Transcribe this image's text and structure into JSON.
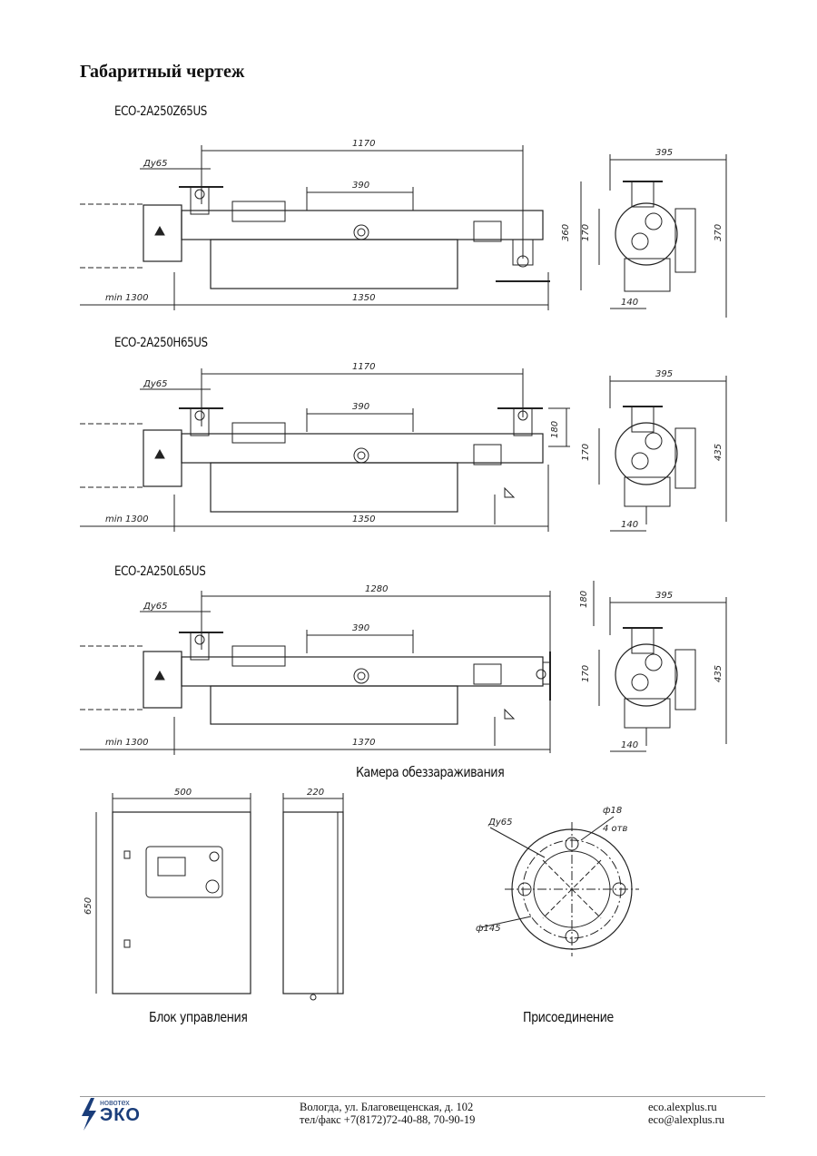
{
  "heading": "Габаритный чертеж",
  "models": [
    {
      "name": "ECO-2A250Z65US",
      "length_top": "1170",
      "pipe": "Ду65",
      "spacing": "390",
      "min": "min 1300",
      "total": "1350",
      "side_width": "395",
      "side_dim_a": "360",
      "side_dim_b": "170",
      "side_dim_c": "370",
      "side_base": "140"
    },
    {
      "name": "ECO-2A250H65US",
      "length_top": "1170",
      "pipe": "Ду65",
      "spacing": "390",
      "min": "min 1300",
      "total": "1350",
      "side_width": "395",
      "side_dim_a": "180",
      "side_dim_b": "170",
      "side_dim_c": "435",
      "side_base": "140"
    },
    {
      "name": "ECO-2A250L65US",
      "length_top": "1280",
      "pipe": "Ду65",
      "spacing": "390",
      "min": "min 1300",
      "total": "1370",
      "side_width": "395",
      "side_dim_a": "180",
      "side_dim_b": "170",
      "side_dim_c": "435",
      "side_base": "140"
    }
  ],
  "chamber_caption": "Камера обеззараживания",
  "control": {
    "width": "500",
    "depth": "220",
    "height": "650",
    "caption": "Блок управления"
  },
  "flange": {
    "pipe": "Ду65",
    "hole": "ф18",
    "holes": "4 отв",
    "diameter": "ф145",
    "caption": "Присоединение"
  },
  "footer": {
    "logo_top": "новотех",
    "logo_main": "ЭКО",
    "address_line1": "Вологда, ул. Благовещенская, д. 102",
    "address_line2": "тел/факс +7(8172)72-40-88, 70-90-19",
    "site": "eco.alexplus.ru",
    "email": "eco@alexplus.ru"
  },
  "colors": {
    "logo": "#1a3d7a",
    "line": "#222222"
  }
}
